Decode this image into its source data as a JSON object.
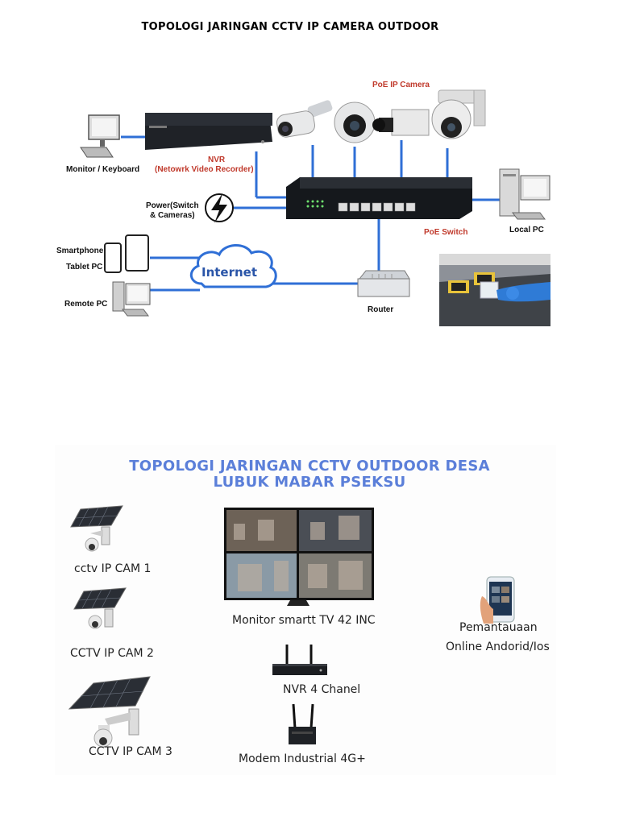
{
  "top": {
    "title": "TOPOLOGI JARINGAN CCTV IP CAMERA OUTDOOR",
    "labels": {
      "poe_ip_camera": "PoE IP Camera",
      "monitor_keyboard": "Monitor / Keyboard",
      "nvr_line1": "NVR",
      "nvr_line2": "(Netowrk Video Recorder)",
      "power_line1": "Power(Switch",
      "power_line2": "& Cameras)",
      "local_pc": "Local PC",
      "poe_switch": "PoE Switch",
      "smartphone": "Smartphone",
      "tablet_pc": "Tablet PC",
      "internet": "Internet",
      "remote_pc": "Remote PC",
      "router": "Router"
    }
  },
  "bottom": {
    "title_line1": "TOPOLOGI JARINGAN CCTV OUTDOOR DESA",
    "title_line2": "LUBUK MABAR PSEKSU",
    "cam1": "cctv IP CAM 1",
    "cam2": "CCTV IP CAM 2",
    "cam3": "CCTV IP CAM 3",
    "monitor": "Monitor smartt TV 42 INC",
    "nvr": "NVR 4 Chanel",
    "modem": "Modem  Industrial 4G+",
    "online_line1": "Pemantauaan",
    "online_line2": "Online Andorid/Ios"
  }
}
